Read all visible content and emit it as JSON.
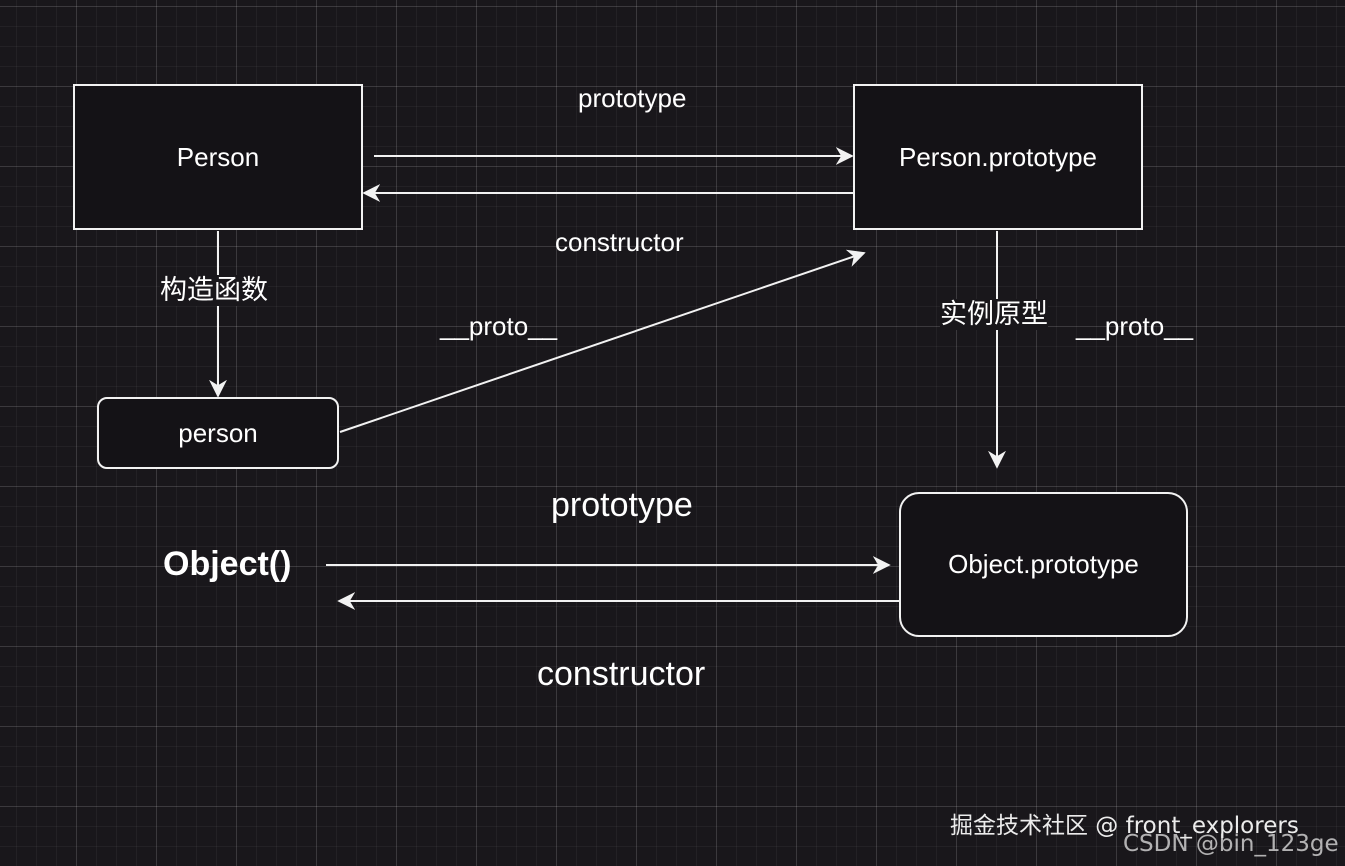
{
  "nodes": {
    "person_constructor": "Person",
    "person_prototype": "Person.prototype",
    "person_instance": "person",
    "object_fn": "Object()",
    "object_prototype": "Object.prototype"
  },
  "edge_labels": {
    "prototype_top": "prototype",
    "constructor_top": "constructor",
    "constructor_fn": "构造函数",
    "proto_instance": "__proto__",
    "instance_prototype": "实例原型",
    "proto_prototype": "__proto__",
    "prototype_bottom": "prototype",
    "constructor_bottom": "constructor"
  },
  "watermark": {
    "juejin": "掘金技术社区 @ front_explorers",
    "csdn": "CSDN @bin_123ge"
  },
  "colors": {
    "background": "#19171b",
    "stroke": "#f2f2f2",
    "text": "#ffffff"
  }
}
